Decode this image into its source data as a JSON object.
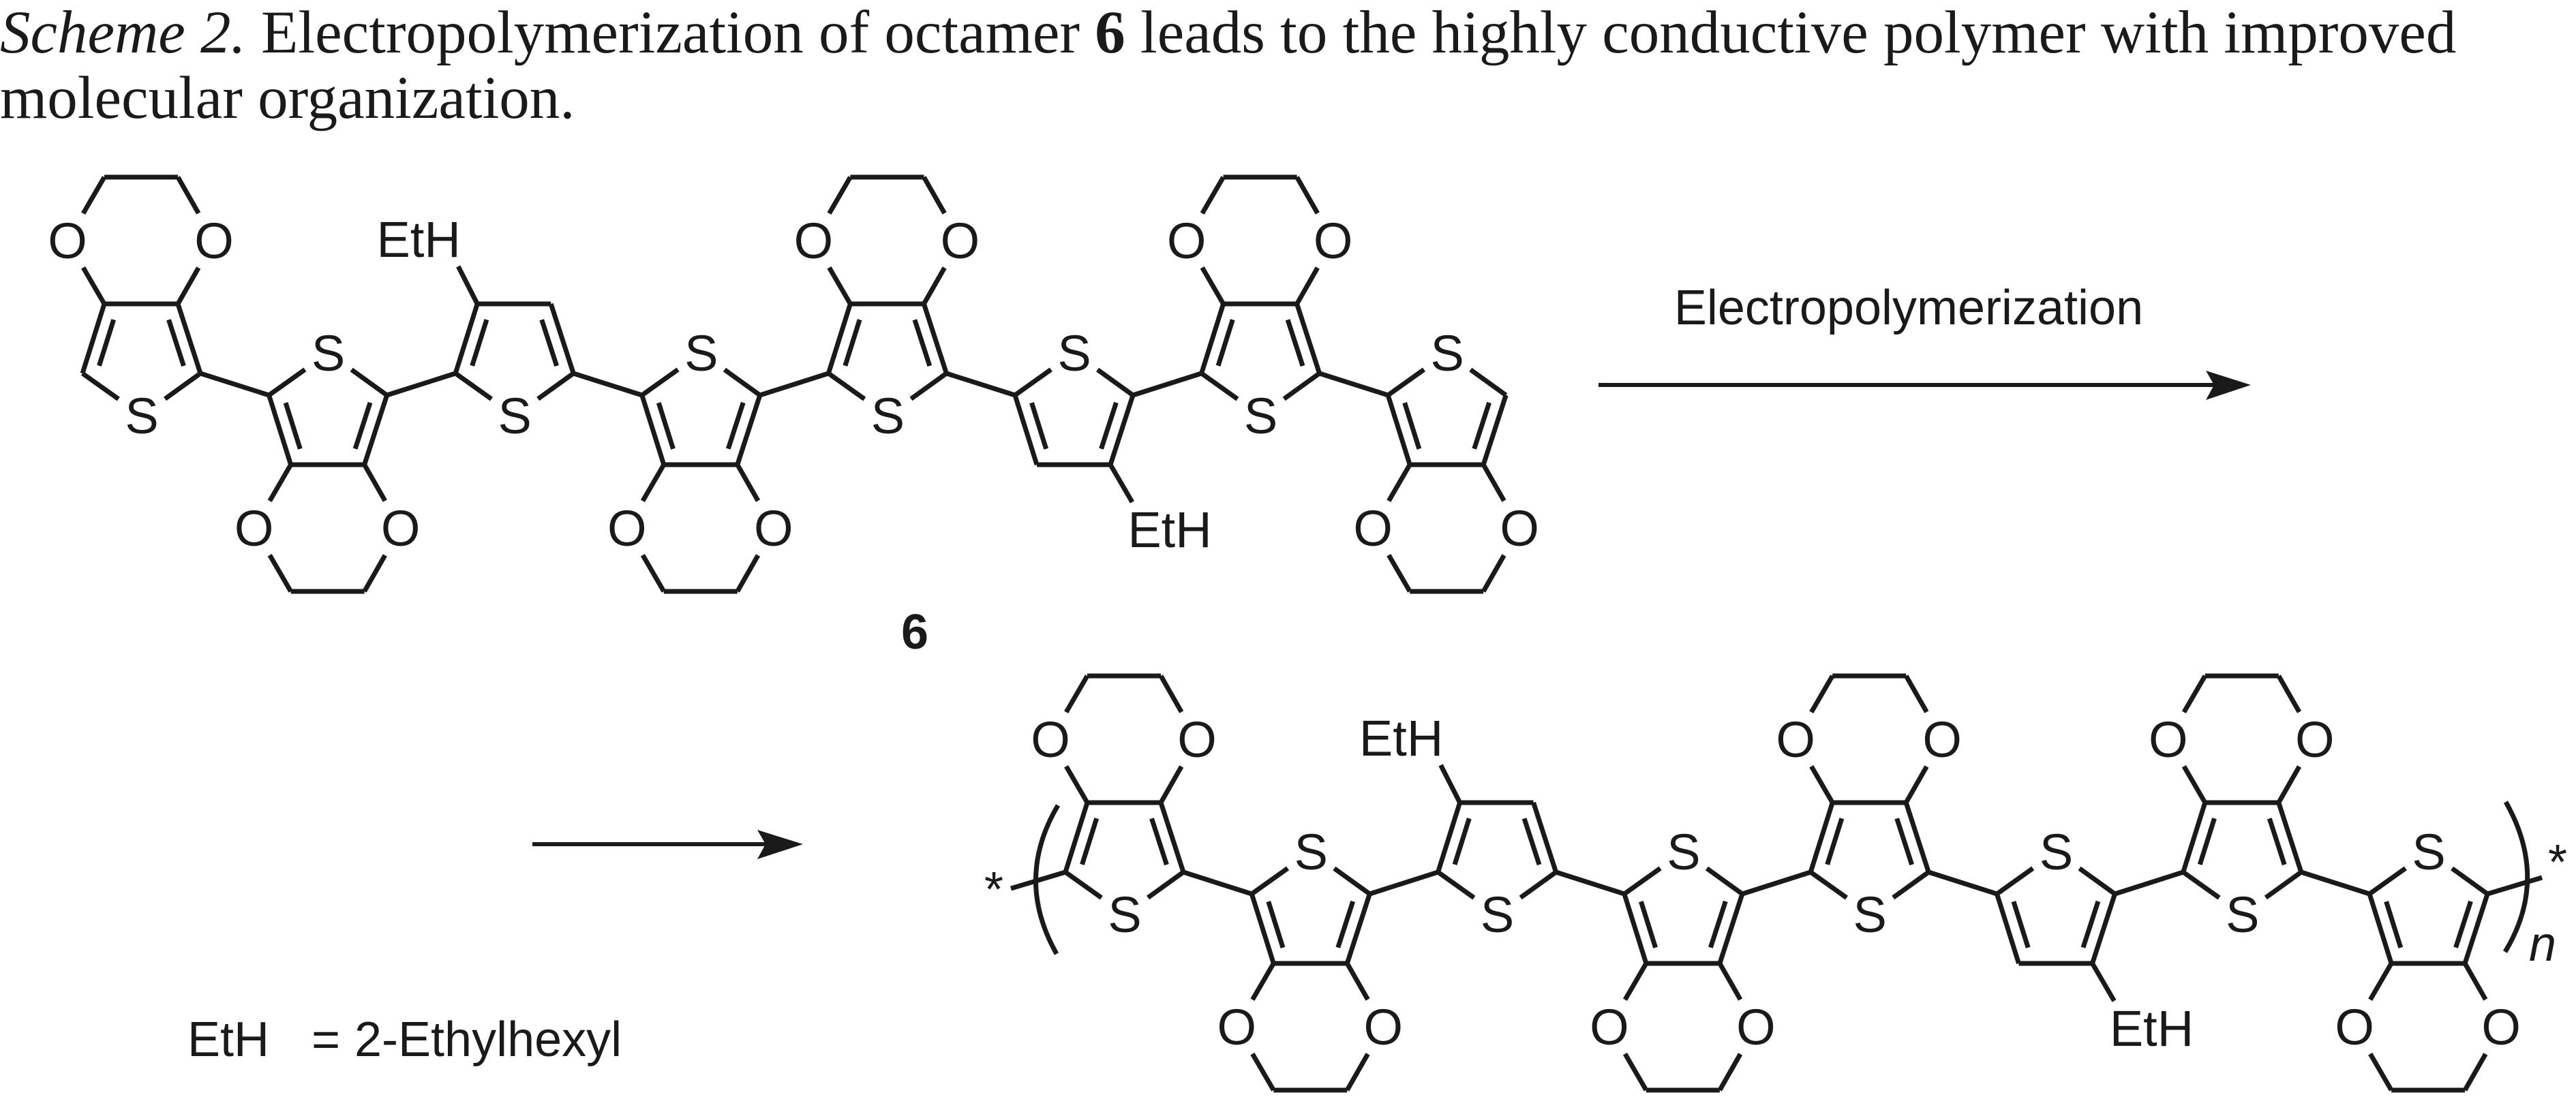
{
  "caption": {
    "label": "Scheme 2.",
    "line1_before_bold": " Electropolymerization of octamer ",
    "bold_ref": "6",
    "line1_after_bold": " leads to the highly conductive polymer with improved",
    "line2": "molecular organization."
  },
  "octamer": {
    "compound_label": "6",
    "rings": [
      {
        "type": "EDOT",
        "orientation": "up",
        "terminal": "left-H"
      },
      {
        "type": "EDOT",
        "orientation": "down"
      },
      {
        "type": "thiophene",
        "orientation": "up",
        "substituent": "EtH",
        "substituent_position": "C3"
      },
      {
        "type": "EDOT",
        "orientation": "down"
      },
      {
        "type": "EDOT",
        "orientation": "up"
      },
      {
        "type": "thiophene",
        "orientation": "down",
        "substituent": "EtH",
        "substituent_position": "C4"
      },
      {
        "type": "EDOT",
        "orientation": "up"
      },
      {
        "type": "EDOT",
        "orientation": "down",
        "terminal": "right-H"
      }
    ]
  },
  "reaction": {
    "arrow1_label": "Electropolymerization",
    "arrow2_label": ""
  },
  "polymer": {
    "end_group_left": "*",
    "end_group_right": "*",
    "repeat_subscript": "n",
    "rings": [
      {
        "type": "EDOT",
        "orientation": "up"
      },
      {
        "type": "EDOT",
        "orientation": "down"
      },
      {
        "type": "thiophene",
        "orientation": "up",
        "substituent": "EtH",
        "substituent_position": "C3"
      },
      {
        "type": "EDOT",
        "orientation": "down"
      },
      {
        "type": "EDOT",
        "orientation": "up"
      },
      {
        "type": "thiophene",
        "orientation": "down",
        "substituent": "EtH",
        "substituent_position": "C4"
      },
      {
        "type": "EDOT",
        "orientation": "up"
      },
      {
        "type": "EDOT",
        "orientation": "down"
      }
    ]
  },
  "atoms": {
    "sulfur": "S",
    "oxygen": "O",
    "substituent": "EtH"
  },
  "legend": {
    "abbr": "EtH",
    "equals": "=",
    "definition": "2-Ethylhexyl"
  },
  "colors": {
    "ink": "#1a1a1a",
    "background": "#ffffff"
  }
}
